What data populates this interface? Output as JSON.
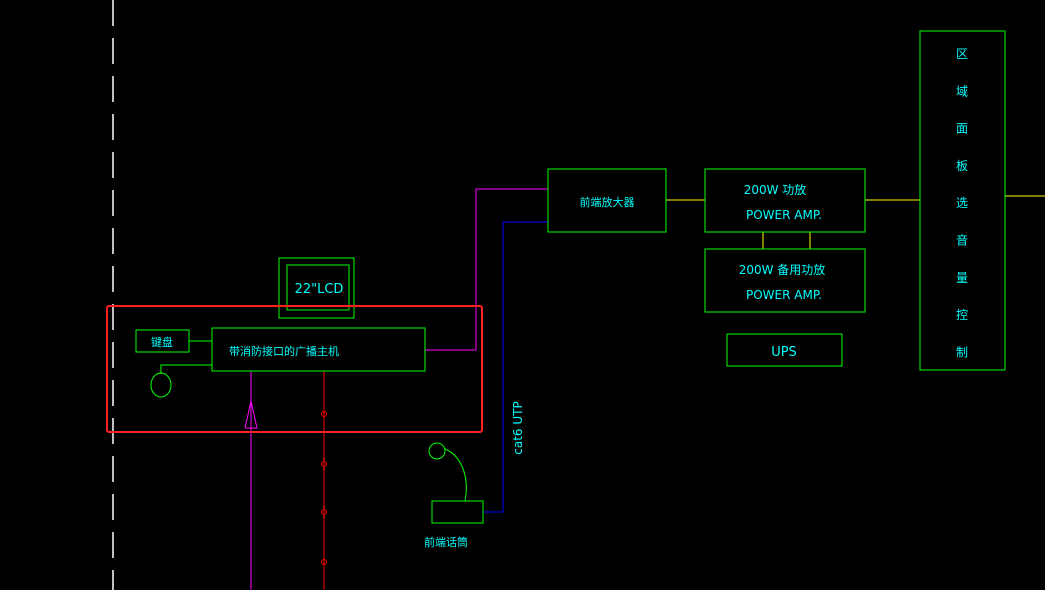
{
  "colors": {
    "background": "#000000",
    "box": "#00ff00",
    "text": "#00ffff",
    "link_yellow": "#ffff00",
    "link_magenta": "#ff00ff",
    "link_blue": "#0000ff",
    "link_red": "#ff0000",
    "dash_white": "#ffffff",
    "highlight": "#ff2020"
  },
  "labels": {
    "lcd": "22\"LCD",
    "keyboard": "键盘",
    "host": "带消防接口的广播主机",
    "preamp": "前端放大器",
    "amp_main_line1": "200W   功放",
    "amp_main_line2": "POWER AMP.",
    "amp_backup_line1": "200W   备用功放",
    "amp_backup_line2": "POWER AMP.",
    "ups": "UPS",
    "zone_panel": [
      "区",
      "域",
      "面",
      "板",
      "选",
      "音",
      "量",
      "控",
      "制"
    ],
    "cable": "cat6 UTP",
    "paging_mic": "前端话筒"
  }
}
